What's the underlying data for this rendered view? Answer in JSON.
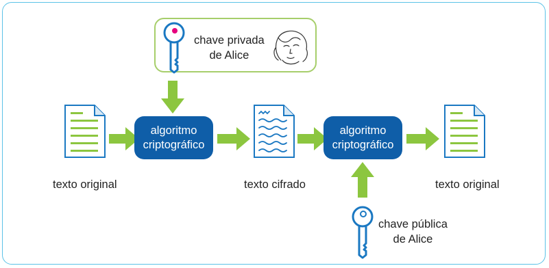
{
  "private_key_label": [
    "chave privada",
    "de Alice"
  ],
  "public_key_label": [
    "chave pública",
    "de Alice"
  ],
  "algorithm_1": [
    "algoritmo",
    "criptográfico"
  ],
  "algorithm_2": [
    "algoritmo",
    "criptográfico"
  ],
  "plaintext_left_label": "texto original",
  "ciphertext_label": "texto cifrado",
  "plaintext_right_label": "texto original",
  "colors": {
    "frame": "#5bc2e7",
    "arrow_green": "#8cc63f",
    "box_blue": "#0f5ea8",
    "key_blue": "#1a78c2",
    "key_dot_magenta": "#e6007e",
    "private_box_border": "#a6ce6a"
  },
  "icons": [
    "document-icon",
    "encrypted-document-icon",
    "key-icon",
    "alice-face-icon",
    "arrow-right-icon",
    "arrow-down-icon",
    "arrow-up-icon"
  ]
}
